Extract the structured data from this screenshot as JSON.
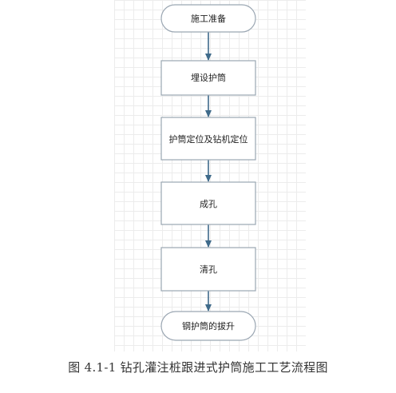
{
  "diagram": {
    "steps": [
      {
        "label": "施工准备",
        "shape": "terminator"
      },
      {
        "label": "埋设护筒",
        "shape": "process"
      },
      {
        "label": "护筒定位及钻机定位",
        "shape": "process"
      },
      {
        "label": "成孔",
        "shape": "process"
      },
      {
        "label": "清孔",
        "shape": "process"
      },
      {
        "label": "钢护筒的拔升",
        "shape": "terminator"
      }
    ],
    "colors": {
      "node_fill": "#ffffff",
      "node_stroke": "#9aa6b2",
      "arrow": "#3f6a8a"
    }
  },
  "caption": "图 4.1-1 钻孔灌注桩跟进式护筒施工工艺流程图"
}
